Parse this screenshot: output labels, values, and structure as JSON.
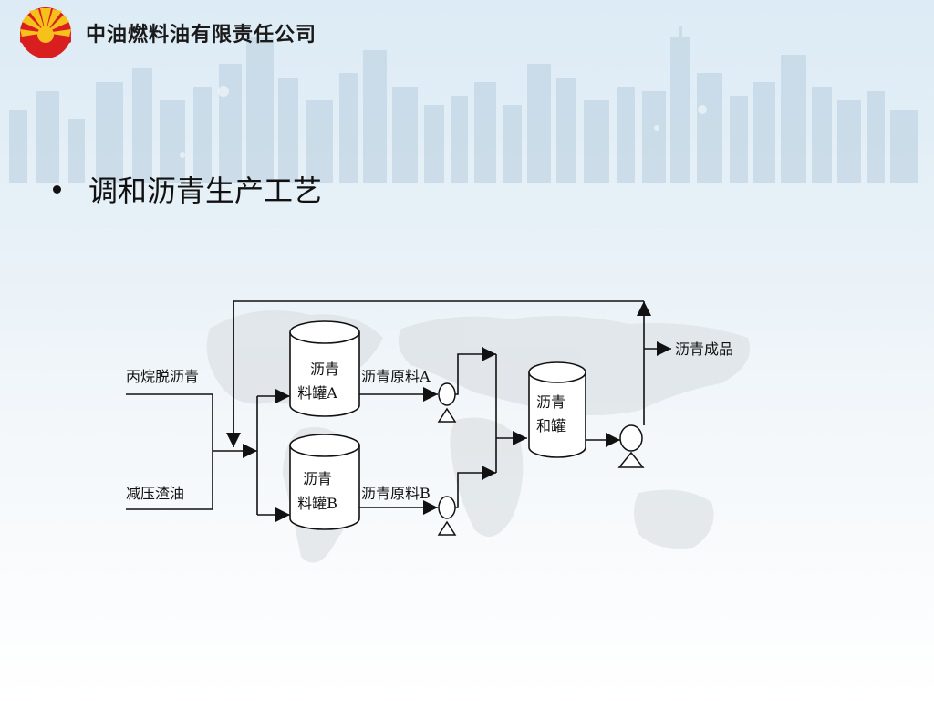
{
  "header": {
    "company_name": "中油燃料油有限责任公司",
    "logo": "petrochina-sun-logo",
    "brand_colors": {
      "red": "#d81e1e",
      "yellow": "#f6c11b"
    }
  },
  "slide": {
    "bullet_text": "调和沥青生产工艺"
  },
  "diagram": {
    "inputs": [
      "丙烷脱沥青",
      "减压渣油"
    ],
    "tank_a": {
      "line1": "沥青",
      "line2": "料罐A"
    },
    "tank_b": {
      "line1": "沥青",
      "line2": "料罐B"
    },
    "material_a": "沥青原料A",
    "material_b": "沥青原料B",
    "blend_tank": {
      "line1": "沥青",
      "line2": "和罐"
    },
    "product": "沥青成品"
  }
}
